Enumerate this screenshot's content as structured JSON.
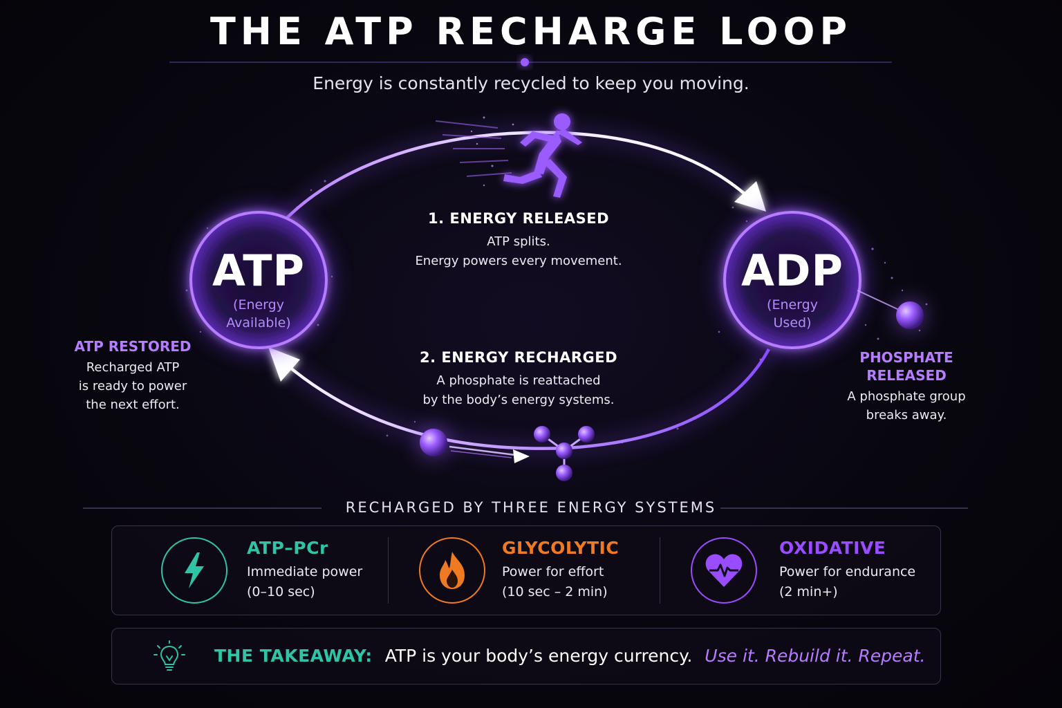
{
  "title": "THE ATP RECHARGE LOOP",
  "subtitle": "Energy is constantly recycled to keep you moving.",
  "colors": {
    "accent_purple": "#9b5cff",
    "glow_purple": "#b77cff",
    "teal": "#2ec4a5",
    "orange": "#f07a22",
    "violet": "#9a4cff",
    "background": "#07060c"
  },
  "nodes": {
    "atp": {
      "label": "ATP",
      "sub": [
        "(Energy",
        "Available)"
      ]
    },
    "adp": {
      "label": "ADP",
      "sub": [
        "(Energy",
        "Used)"
      ]
    }
  },
  "steps": {
    "released": {
      "title": "1. ENERGY RELEASED",
      "lines": [
        "ATP splits.",
        "Energy powers every movement."
      ]
    },
    "recharged": {
      "title": "2. ENERGY RECHARGED",
      "lines": [
        "A phosphate is reattached",
        "by the body’s energy systems."
      ]
    }
  },
  "side_notes": {
    "atp_restored": {
      "title": "ATP RESTORED",
      "lines": [
        "Recharged ATP",
        "is ready to power",
        "the next effort."
      ]
    },
    "phosphate_released": {
      "title": [
        "PHOSPHATE",
        "RELEASED"
      ],
      "lines": [
        "A phosphate group",
        "breaks away."
      ]
    }
  },
  "icons": {
    "runner": "runner-icon",
    "phosphate": "phosphate-ball-icon",
    "molecule": "molecule-icon",
    "bolt": "lightning-bolt-icon",
    "flame": "flame-icon",
    "heart": "heartbeat-icon",
    "bulb": "lightbulb-icon"
  },
  "systems_label": "RECHARGED BY THREE ENERGY SYSTEMS",
  "systems": [
    {
      "name": "ATP–PCr",
      "line1": "Immediate power",
      "line2": "(0–10 sec)",
      "color": "#2ec4a5"
    },
    {
      "name": "GLYCOLYTIC",
      "line1": "Power for effort",
      "line2": "(10 sec – 2 min)",
      "color": "#f07a22"
    },
    {
      "name": "OXIDATIVE",
      "line1": "Power for endurance",
      "line2": "(2 min+)",
      "color": "#9a4cff"
    }
  ],
  "takeaway": {
    "label": "THE TAKEAWAY:",
    "text": "ATP is your body’s energy currency.",
    "emphasis": "Use it. Rebuild it. Repeat."
  }
}
